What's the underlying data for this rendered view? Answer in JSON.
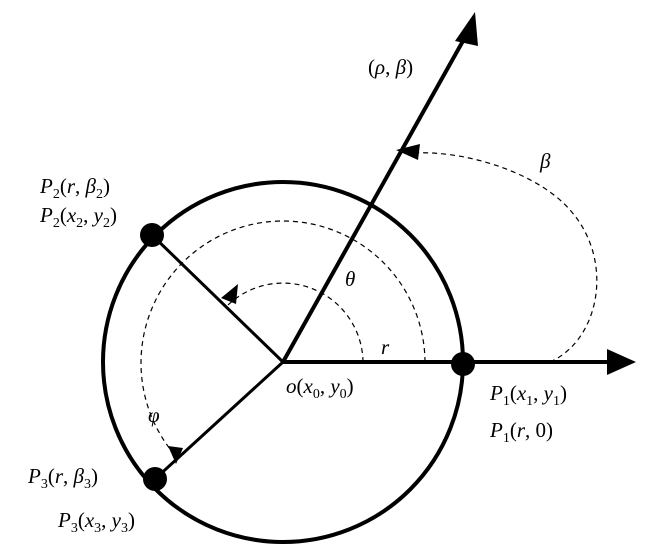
{
  "labels": {
    "polar_point": "(ρ, β)",
    "beta": "β",
    "theta": "θ",
    "radius": "r",
    "phi": "φ",
    "origin": "o(x0, y0)",
    "p1_cart": "P1(x1, y1)",
    "p1_polar": "P1(r, 0)",
    "p2_polar": "P2(r, β2)",
    "p2_cart": "P2(x2, y2)",
    "p3_polar": "P3(r, β3)",
    "p3_cart": "P3(x3, y3)"
  },
  "parts": {
    "p_letter": "P",
    "x_letter": "x",
    "y_letter": "y",
    "r_letter": "r",
    "beta_letter": "β",
    "rho_letter": "ρ",
    "o_letter": "o",
    "idx0": "0",
    "idx1": "1",
    "idx2": "2",
    "idx3": "3",
    "zero": "0"
  }
}
